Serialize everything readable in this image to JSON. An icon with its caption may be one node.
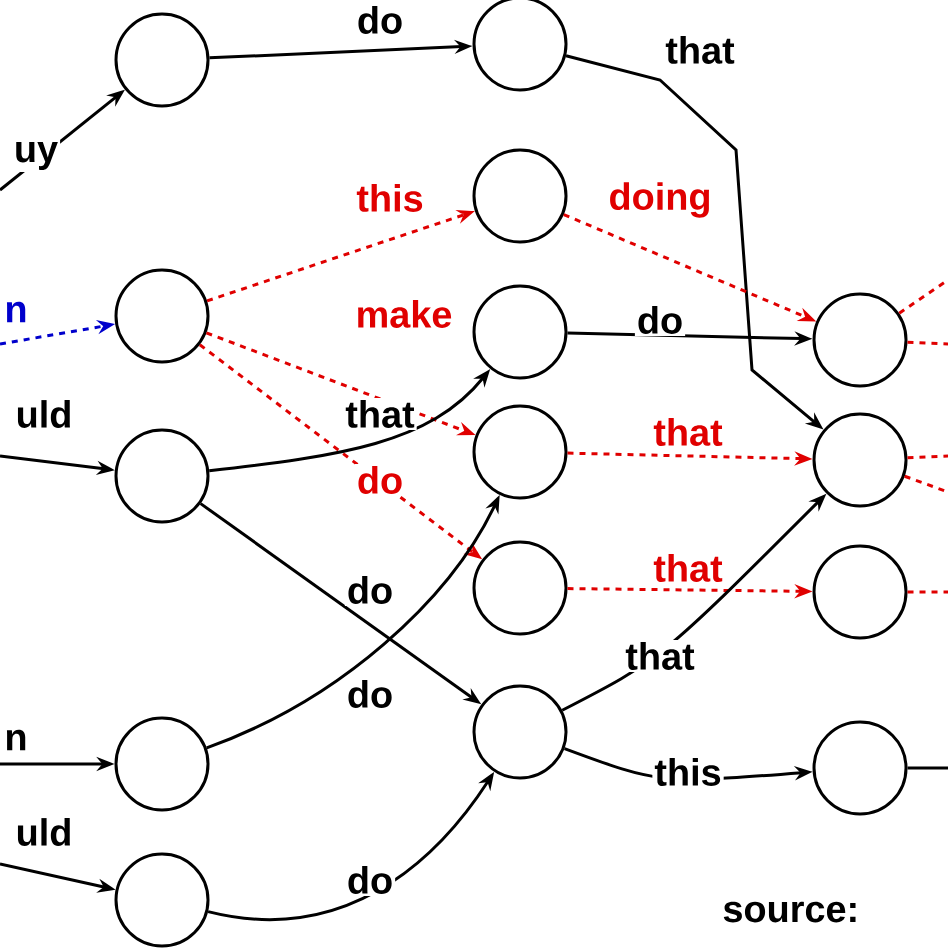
{
  "diagram": {
    "nodes": [
      {
        "text": [],
        "shape": "circle"
      },
      {
        "text": [],
        "shape": "circle"
      },
      {
        "text": [],
        "shape": "circle"
      },
      {
        "text": [],
        "shape": "circle"
      },
      {
        "text": [],
        "shape": "circle"
      },
      {
        "text": [],
        "shape": "circle"
      },
      {
        "text": [],
        "shape": "circle"
      },
      {
        "text": [],
        "shape": "circle"
      },
      {
        "text": [],
        "shape": "circle"
      },
      {
        "text": [],
        "shape": "circle"
      },
      {
        "text": [],
        "shape": "circle"
      },
      {
        "text": [],
        "shape": "circle"
      },
      {
        "text": [],
        "shape": "circle"
      },
      {
        "text": [],
        "shape": "circle"
      },
      {
        "text": [],
        "shape": "circle"
      }
    ],
    "edges": [
      {
        "from": null,
        "to": 0,
        "arrow": "to",
        "label": "uy"
      },
      {
        "from": null,
        "to": 1,
        "arrow": "to",
        "label": "n",
        "style": "dashed",
        "color": "#0000cc"
      },
      {
        "from": null,
        "to": 2,
        "arrow": "to",
        "label": "uld"
      },
      {
        "from": null,
        "to": 3,
        "arrow": "to",
        "label": "n"
      },
      {
        "from": null,
        "to": 4,
        "arrow": "to",
        "label": "uld"
      },
      {
        "from": 0,
        "to": 5,
        "arrow": "to",
        "label": "do"
      },
      {
        "from": 5,
        "to": 12,
        "arrow": "to",
        "label": "that"
      },
      {
        "from": 1,
        "to": 6,
        "arrow": "to",
        "label": "this",
        "style": "dashed",
        "color": "#e00000"
      },
      {
        "from": 1,
        "to": 8,
        "arrow": "to",
        "label": "make",
        "style": "dashed",
        "color": "#e00000"
      },
      {
        "from": 1,
        "to": 9,
        "arrow": "to",
        "label": "do",
        "style": "dashed",
        "color": "#e00000"
      },
      {
        "from": 2,
        "to": 7,
        "arrow": "to",
        "label": "that"
      },
      {
        "from": 2,
        "to": 10,
        "arrow": "to",
        "label": "do"
      },
      {
        "from": 3,
        "to": 8,
        "arrow": "to",
        "label": "do"
      },
      {
        "from": 4,
        "to": 10,
        "arrow": "to",
        "label": "do"
      },
      {
        "from": 6,
        "to": 11,
        "arrow": "to",
        "label": "doing",
        "style": "dashed",
        "color": "#e00000"
      },
      {
        "from": 7,
        "to": 11,
        "arrow": "to",
        "label": "do"
      },
      {
        "from": 8,
        "to": 12,
        "arrow": "to",
        "label": "that",
        "style": "dashed",
        "color": "#e00000"
      },
      {
        "from": 9,
        "to": 13,
        "arrow": "to",
        "label": "that",
        "style": "dashed",
        "color": "#e00000"
      },
      {
        "from": 10,
        "to": 12,
        "arrow": "to",
        "label": "that"
      },
      {
        "from": 10,
        "to": 14,
        "arrow": "to",
        "label": "this"
      },
      {
        "from": 11,
        "to": null,
        "arrow": "none",
        "style": "dashed",
        "color": "#e00000"
      },
      {
        "from": 11,
        "to": null,
        "arrow": "none",
        "style": "dashed",
        "color": "#e00000"
      },
      {
        "from": 12,
        "to": null,
        "arrow": "none",
        "style": "dashed",
        "color": "#e00000"
      },
      {
        "from": 12,
        "to": null,
        "arrow": "none",
        "style": "dashed",
        "color": "#e00000"
      },
      {
        "from": 13,
        "to": null,
        "arrow": "none",
        "style": "dashed",
        "color": "#e00000"
      },
      {
        "from": 14,
        "to": null,
        "arrow": "none"
      }
    ],
    "labels": [
      "source:"
    ]
  }
}
